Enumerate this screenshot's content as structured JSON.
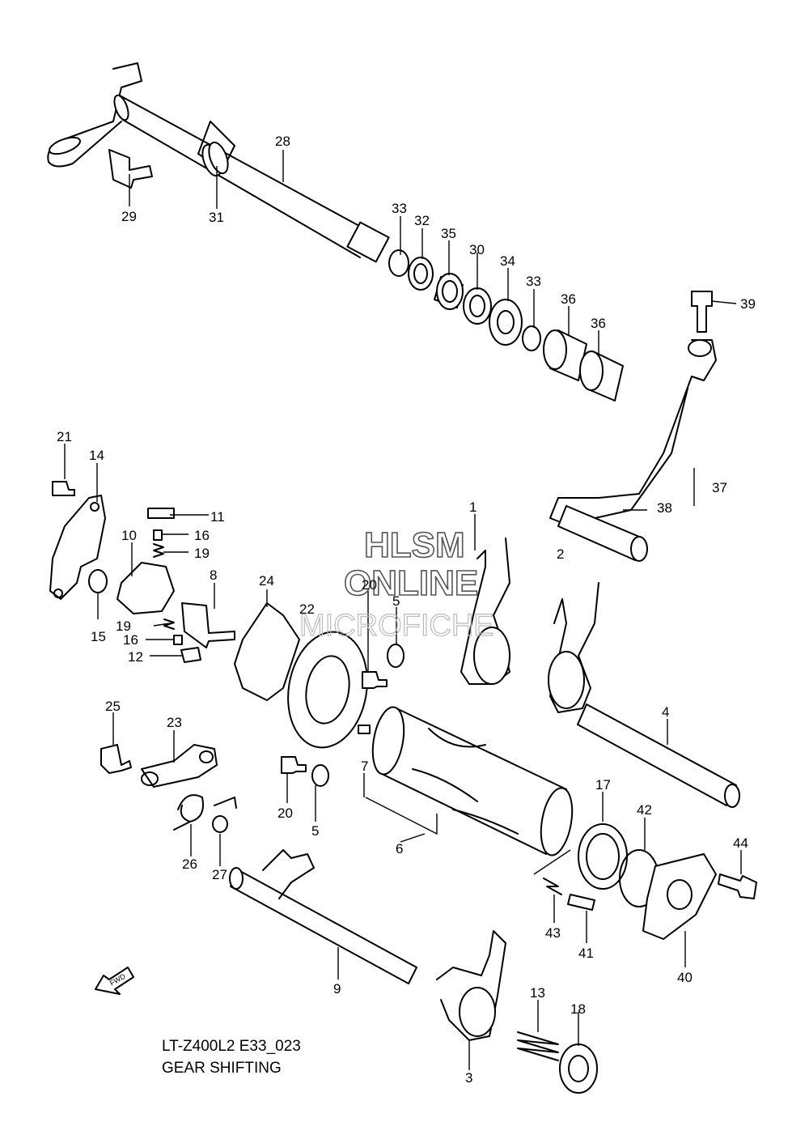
{
  "watermark": {
    "line1": "HLSM",
    "line2": "ONLINE",
    "line3": "MICROFICHE"
  },
  "caption": {
    "code": "LT-Z400L2 E33_023",
    "title": "GEAR SHIFTING"
  },
  "fwd_label": "FWD",
  "callouts": [
    "1",
    "2",
    "3",
    "4",
    "5",
    "5",
    "6",
    "7",
    "8",
    "9",
    "10",
    "11",
    "12",
    "13",
    "14",
    "15",
    "16",
    "16",
    "17",
    "18",
    "19",
    "19",
    "20",
    "20",
    "21",
    "22",
    "23",
    "24",
    "25",
    "26",
    "27",
    "28",
    "29",
    "30",
    "31",
    "32",
    "33",
    "33",
    "34",
    "35",
    "36",
    "36",
    "37",
    "38",
    "39",
    "40",
    "41",
    "42",
    "43",
    "44"
  ]
}
